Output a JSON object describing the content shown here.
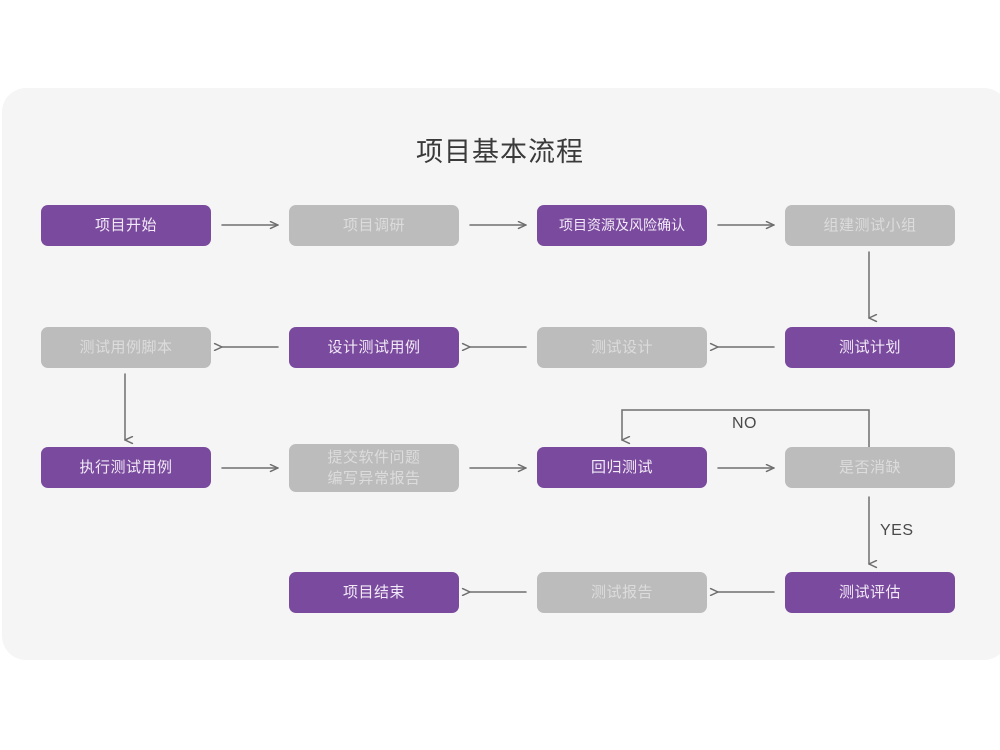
{
  "page": {
    "title": "项目基本流程",
    "background_color": "#ffffff",
    "card_color": "#f5f5f5"
  },
  "colors": {
    "purple": "#7a4a9e",
    "purple_text": "#f2eaf7",
    "gray": "#bcbcbc",
    "gray_text": "#dcdcdc",
    "connector": "#6e6e6e",
    "title_text": "#3a3a3a",
    "label_text": "#4a4a4a"
  },
  "nodes": [
    {
      "id": "n1",
      "label": "项目开始",
      "style": "purple",
      "row": 1,
      "col": 1
    },
    {
      "id": "n2",
      "label": "项目调研",
      "style": "gray",
      "row": 1,
      "col": 2
    },
    {
      "id": "n3",
      "label": "项目资源及风险确认",
      "style": "purple",
      "row": 1,
      "col": 3
    },
    {
      "id": "n4",
      "label": "组建测试小组",
      "style": "gray",
      "row": 1,
      "col": 4
    },
    {
      "id": "n5",
      "label": "测试用例脚本",
      "style": "gray",
      "row": 2,
      "col": 1
    },
    {
      "id": "n6",
      "label": "设计测试用例",
      "style": "purple",
      "row": 2,
      "col": 2
    },
    {
      "id": "n7",
      "label": "测试设计",
      "style": "gray",
      "row": 2,
      "col": 3
    },
    {
      "id": "n8",
      "label": "测试计划",
      "style": "purple",
      "row": 2,
      "col": 4
    },
    {
      "id": "n9",
      "label": "执行测试用例",
      "style": "purple",
      "row": 3,
      "col": 1
    },
    {
      "id": "n10",
      "label": "提交软件问题\n编写异常报告",
      "style": "gray",
      "row": 3,
      "col": 2
    },
    {
      "id": "n11",
      "label": "回归测试",
      "style": "purple",
      "row": 3,
      "col": 3
    },
    {
      "id": "n12",
      "label": "是否消缺",
      "style": "gray",
      "row": 3,
      "col": 4
    },
    {
      "id": "n13",
      "label": "项目结束",
      "style": "purple",
      "row": 4,
      "col": 2
    },
    {
      "id": "n14",
      "label": "测试报告",
      "style": "gray",
      "row": 4,
      "col": 3
    },
    {
      "id": "n15",
      "label": "测试评估",
      "style": "purple",
      "row": 4,
      "col": 4
    }
  ],
  "edge_labels": {
    "no": "NO",
    "yes": "YES"
  }
}
